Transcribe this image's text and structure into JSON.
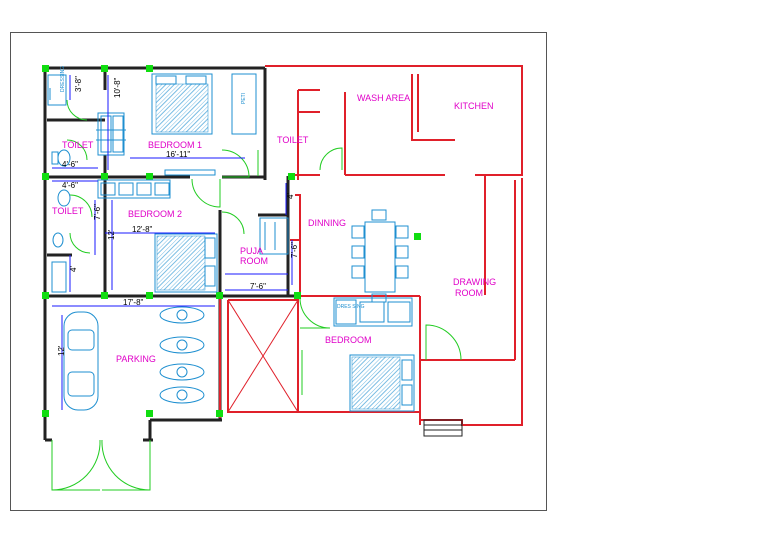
{
  "rooms": {
    "toilet_1": "TOILET",
    "bedroom_1": "BEDROOM 1",
    "toilet_2": "TOILET",
    "bedroom_2": "BEDROOM 2",
    "puja_line1": "PUJA",
    "puja_line2": "ROOM",
    "toilet_3": "TOILET",
    "wash_area": "WASH AREA",
    "kitchen": "KITCHEN",
    "dinning": "DINNING",
    "drawing_line1": "DRAWING",
    "drawing_line2": "ROOM",
    "bedroom": "BEDROOM",
    "parking": "PARKING"
  },
  "dimensions": {
    "d_3_8": "3'-8\"",
    "d_10_8": "10'-8\"",
    "d_16_11": "16'-11\"",
    "d_4_6a": "4'-6\"",
    "d_4_6b": "4'-6\"",
    "d_12_8": "12'-8\"",
    "d_7_6v": "7'-6\"",
    "d_12v": "12'",
    "d_4v": "4'",
    "d_7_6h": "7'-6\"",
    "d_7_6puja": "7'-6\"",
    "d_4puja": "4'",
    "d_17_8": "17'-8\"",
    "d_12park": "12'"
  },
  "labels": {
    "peti": "PETI",
    "dressing_1": "DRESSING",
    "dressing_2": "DRES SING"
  },
  "colors": {
    "walls_existing": "#222222",
    "walls_new": "#e0202a",
    "doors": "#22cc22",
    "furniture": "#1e8fd0",
    "room_labels": "#e000c8"
  }
}
